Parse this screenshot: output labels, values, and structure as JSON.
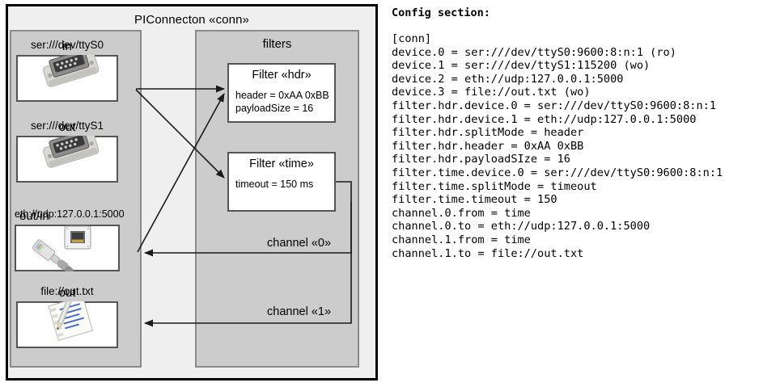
{
  "diagram": {
    "outer_title": "PIConnecton «conn»",
    "panels": {
      "devices_title": "",
      "filters_title": "filters"
    },
    "devices": [
      {
        "label": "ser:///dev/ttyS0",
        "io": "in",
        "icon": "serial-port-icon",
        "io_align": "centered"
      },
      {
        "label": "ser:///dev/ttyS1",
        "io": "out",
        "icon": "serial-port-icon",
        "io_align": "centered"
      },
      {
        "label": "eth://udp:127.0.0.1:5000",
        "io": "out/in",
        "icon": "ethernet-jack-icon",
        "io_align": "left"
      },
      {
        "label": "file://out.txt",
        "io": "out",
        "icon": "text-file-icon",
        "io_align": "centered"
      }
    ],
    "filters": [
      {
        "title": "Filter «hdr»",
        "props": [
          "header = 0xAA 0xBB",
          "payloadSize = 16"
        ]
      },
      {
        "title": "Filter «time»",
        "props": [
          "timeout = 150 ms"
        ]
      }
    ],
    "channels": [
      {
        "label": "channel «0»"
      },
      {
        "label": "channel «1»"
      }
    ]
  },
  "config": {
    "heading": "Config section:",
    "lines": [
      "[conn]",
      "device.0 = ser:///dev/ttyS0:9600:8:n:1 (ro)",
      "device.1 = ser:///dev/ttyS1:115200 (wo)",
      "device.2 = eth://udp:127.0.0.1:5000",
      "device.3 = file://out.txt (wo)",
      "filter.hdr.device.0 = ser:///dev/ttyS0:9600:8:n:1",
      "filter.hdr.device.1 = eth://udp:127.0.0.1:5000",
      "filter.hdr.splitMode = header",
      "filter.hdr.header = 0xAA 0xBB",
      "filter.hdr.payloadSIze = 16",
      "filter.time.device.0 = ser:///dev/ttyS0:9600:8:n:1",
      "filter.time.splitMode = timeout",
      "filter.time.timeout = 150",
      "channel.0.from = time",
      "channel.0.to = eth://udp:127.0.0.1:5000",
      "channel.1.from = time",
      "channel.1.to = file://out.txt"
    ]
  },
  "colors": {
    "outer_bg": "#efefef",
    "panel_bg": "#cccccc",
    "box_bg": "#ffffff",
    "border": "#000000",
    "panel_border": "#8a8a8a",
    "box_border": "#555555"
  }
}
